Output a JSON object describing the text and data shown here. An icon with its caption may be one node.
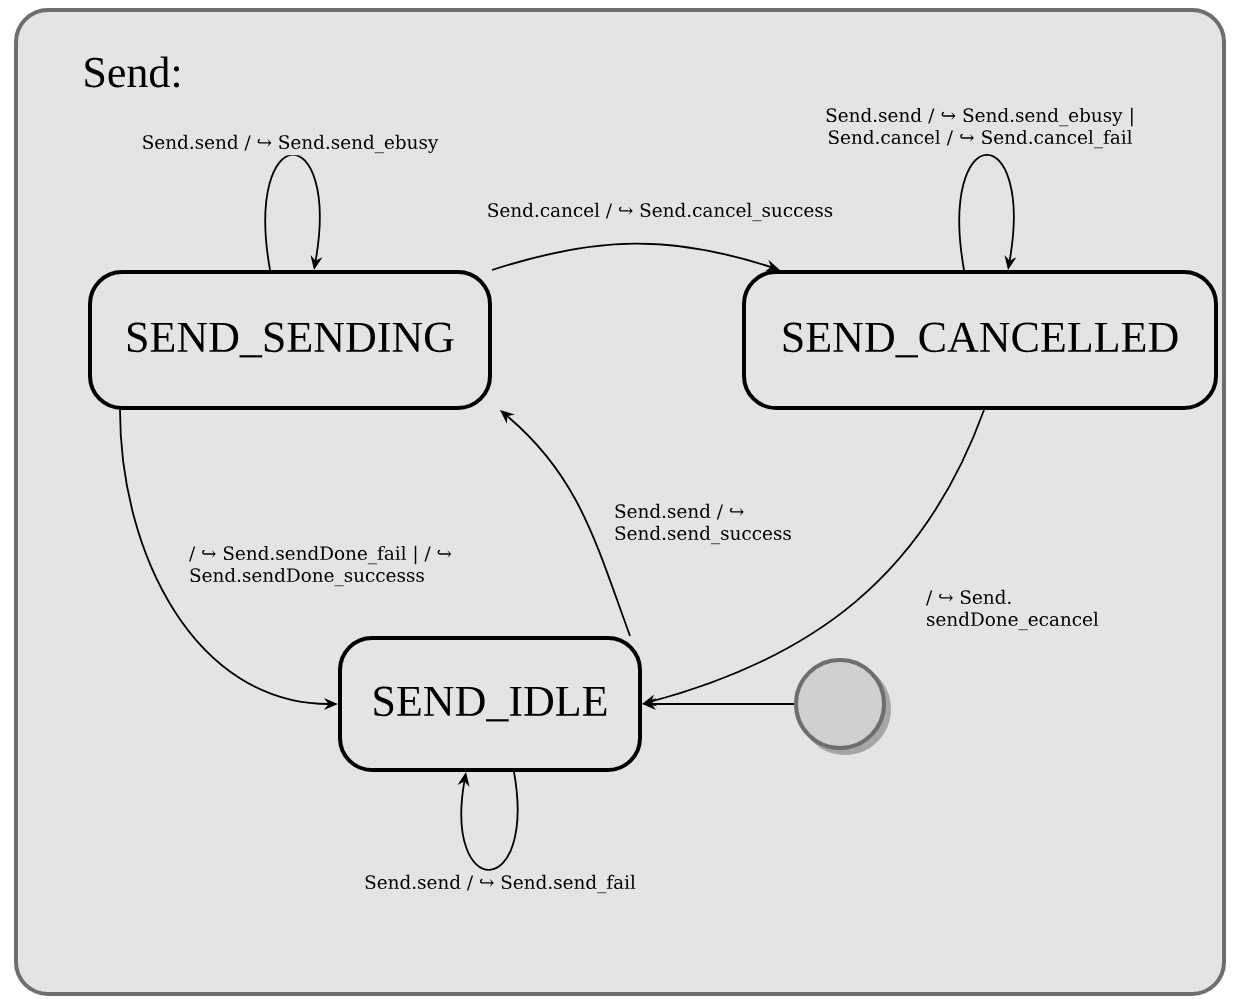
{
  "diagram": {
    "nodes": [
      {
        "text": [
          "Send:"
        ]
      },
      {
        "text": [
          "SEND_SENDING"
        ],
        "in": 0
      },
      {
        "text": [
          "SEND_CANCELLED"
        ],
        "in": 0
      },
      {
        "text": [
          "SEND_IDLE"
        ],
        "in": 0
      },
      {
        "text": [],
        "shape": "circle",
        "in": 0
      }
    ],
    "edges": [
      {
        "from": 1,
        "to": 1,
        "arrow": "to",
        "label": "Send.send / ↪ Send.send_ebusy"
      },
      {
        "from": 1,
        "to": 2,
        "arrow": "to",
        "label": "Send.cancel / ↪ Send.cancel_success"
      },
      {
        "from": 2,
        "to": 2,
        "arrow": "to",
        "label": "Send.send / ↪ Send.send_ebusy | Send.cancel / ↪ Send.cancel_fail"
      },
      {
        "from": 1,
        "to": 3,
        "arrow": "to",
        "label": "/ ↪ Send.sendDone_fail | / ↪ Send.sendDone_successs"
      },
      {
        "from": 3,
        "to": 1,
        "arrow": "to",
        "label": "Send.send / ↪ Send.send_success"
      },
      {
        "from": 2,
        "to": 3,
        "arrow": "to",
        "label": "/ ↪ Send. sendDone_ecancel"
      },
      {
        "from": 4,
        "to": 3,
        "arrow": "to"
      },
      {
        "from": 3,
        "to": 3,
        "arrow": "to",
        "label": "Send.send / ↪ Send.send_fail"
      }
    ]
  }
}
